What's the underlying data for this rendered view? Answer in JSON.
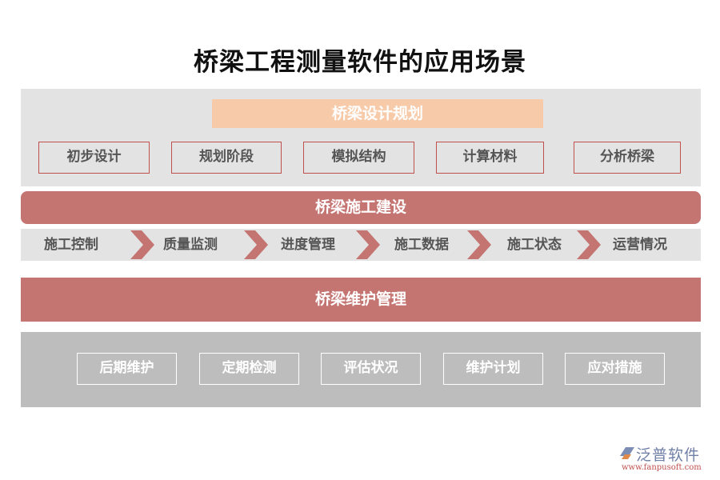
{
  "title": "桥梁工程测量软件的应用场景",
  "sections": {
    "design": {
      "header": "桥梁设计规划",
      "items": [
        "初步设计",
        "规划阶段",
        "模拟结构",
        "计算材料",
        "分析桥梁"
      ]
    },
    "construction": {
      "header": "桥梁施工建设",
      "steps": [
        "施工控制",
        "质量监测",
        "进度管理",
        "施工数据",
        "施工状态",
        "运营情况"
      ]
    },
    "maintenance": {
      "header": "桥梁维护管理",
      "items": [
        "后期维护",
        "定期检测",
        "评估状况",
        "维护计划",
        "应对措施"
      ]
    }
  },
  "logo": {
    "name": "泛普软件",
    "url": "www.fanpusoft.com"
  },
  "colors": {
    "peach": "#f7cba9",
    "rose": "#c47572",
    "box_border": "#c0504d",
    "light_gray": "#e3e3e3",
    "mid_gray": "#bdbdbd"
  }
}
